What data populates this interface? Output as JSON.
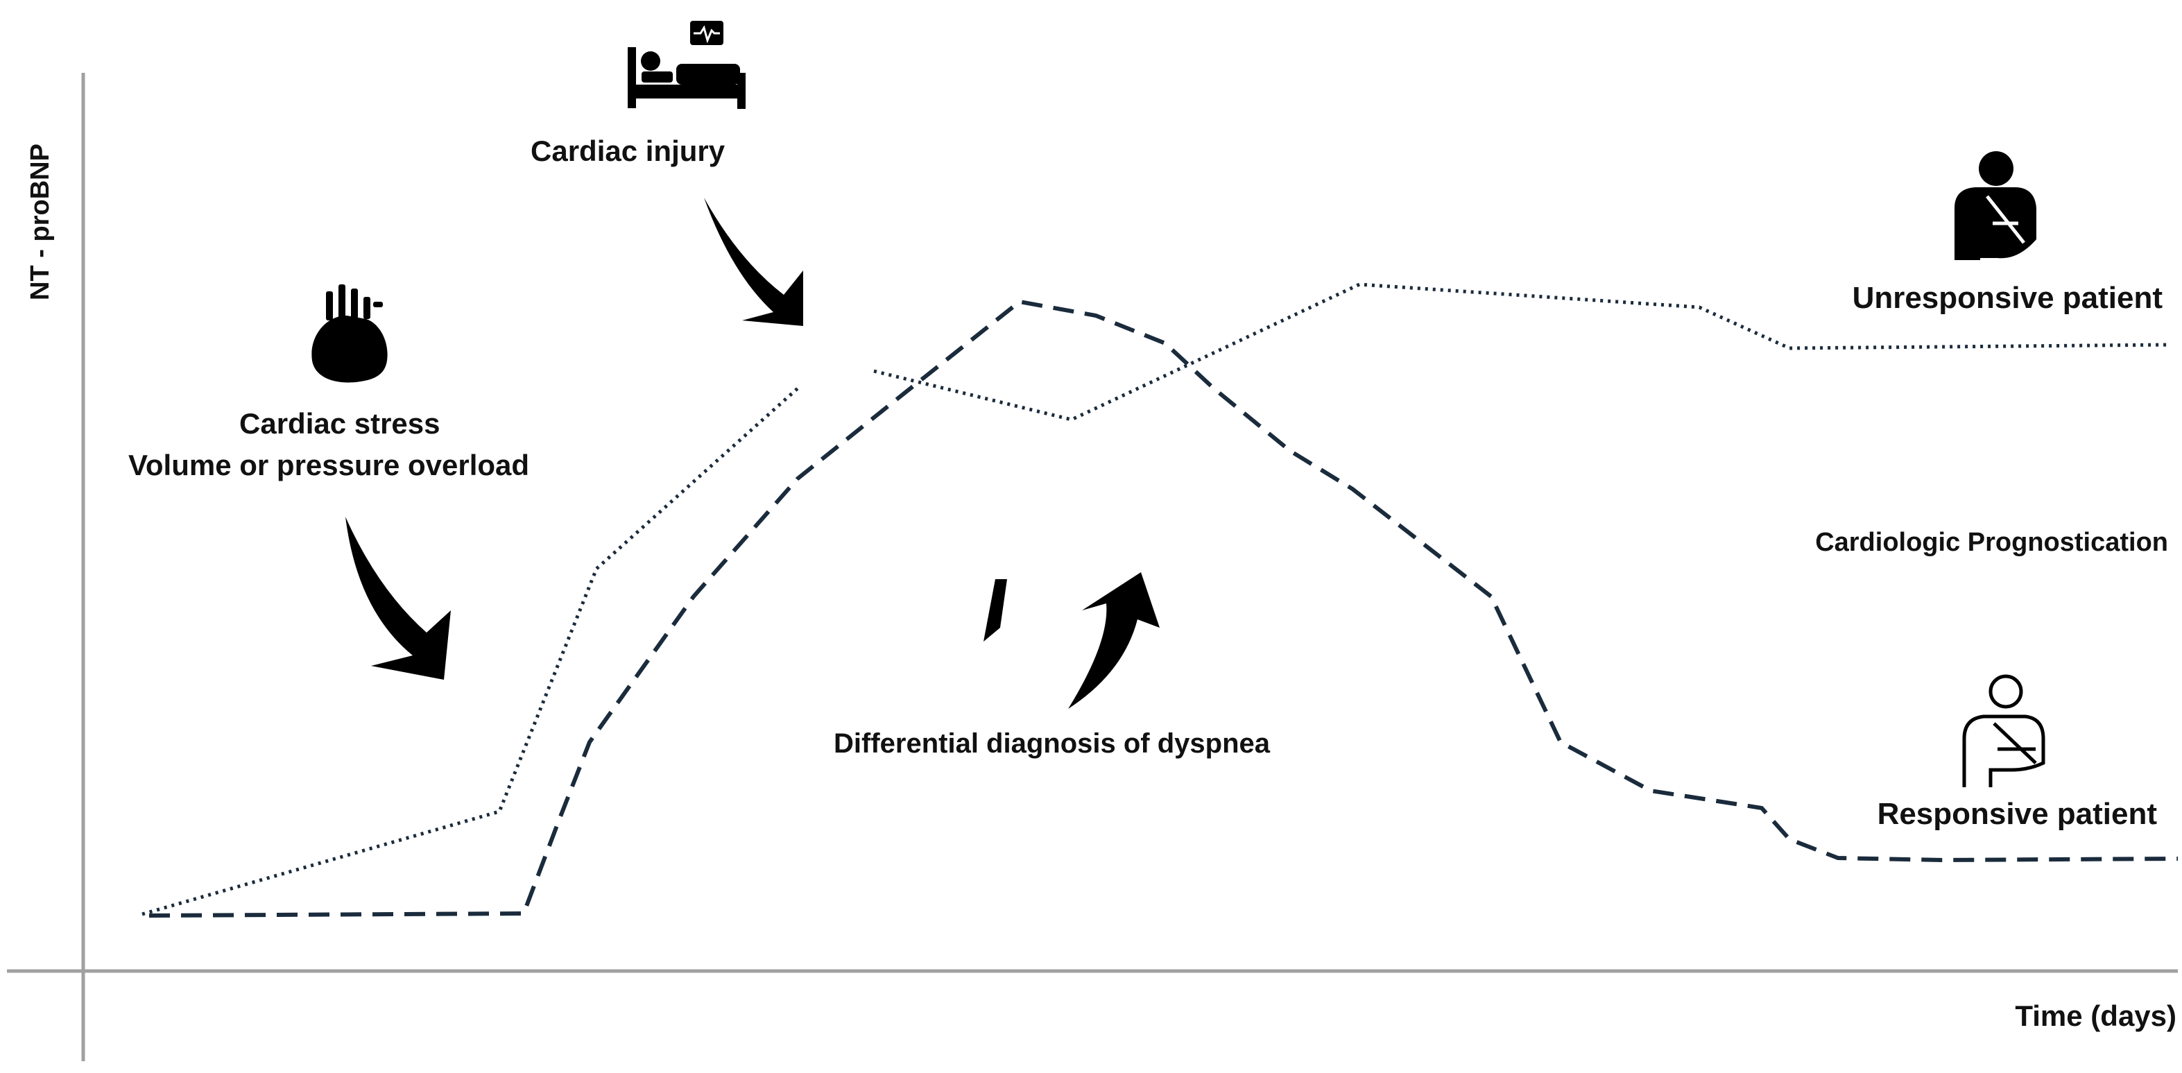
{
  "diagram": {
    "y_axis_label": "NT - proBNP",
    "x_axis_label": "Time (days)",
    "labels": {
      "cardiac_stress": "Cardiac stress",
      "volume_overload": "Volume or pressure overload",
      "cardiac_injury": "Cardiac injury",
      "differential": "Differential diagnosis of dyspnea",
      "prognostication": "Cardiologic Prognostication",
      "unresponsive": "Unresponsive patient",
      "responsive": "Responsive patient"
    },
    "icons": {
      "heart": "anatomical-heart-icon",
      "bed": "hospital-bed-with-monitor-icon",
      "unresponsive": "patient-with-sling-filled-icon",
      "responsive": "patient-with-sling-outline-icon"
    },
    "series_styles": {
      "unresponsive_line": "dotted",
      "responsive_line": "dashed"
    },
    "colors": {
      "line": "#1a2b3c",
      "axis": "#a0a0a0",
      "text": "#111111"
    }
  }
}
